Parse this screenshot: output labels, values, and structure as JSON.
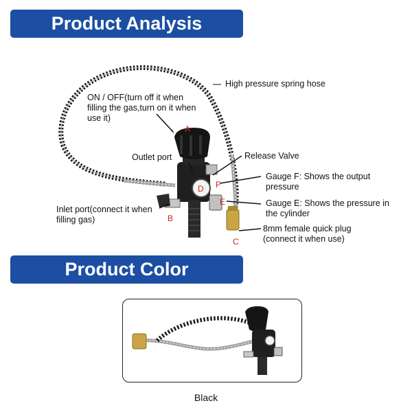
{
  "section1": {
    "title": "Product Analysis"
  },
  "section2": {
    "title": "Product Color"
  },
  "callouts": {
    "hose": "High pressure spring hose",
    "onoff": "ON / OFF(turn off it when filling the gas,turn on it when use it)",
    "outlet": "Outlet port",
    "release": "Release Valve",
    "gauge_f": "Gauge F: Shows the output pressure",
    "gauge_e": "Gauge E: Shows the pressure in the cylinder",
    "inlet": "Inlet port(connect it when filling gas)",
    "quick_plug": "8mm female quick plug (connect it when use)"
  },
  "letters": {
    "a": "A",
    "b": "B",
    "c": "C",
    "d": "D",
    "e": "E",
    "f": "F"
  },
  "color_caption": "Black",
  "colors": {
    "banner": "#1c4fa3",
    "letter": "#d42020"
  }
}
